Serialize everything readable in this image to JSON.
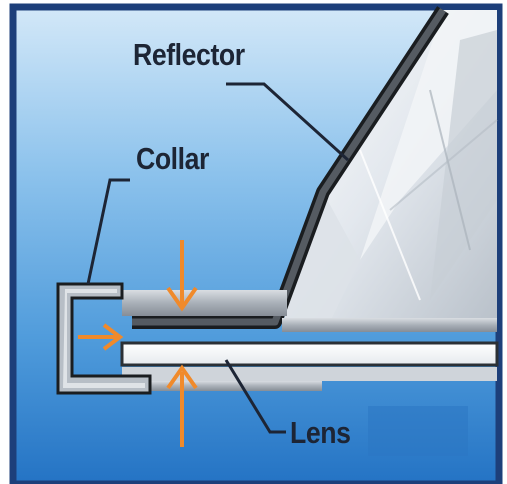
{
  "diagram": {
    "labels": {
      "reflector": "Reflector",
      "collar": "Collar",
      "lens": "Lens"
    },
    "colors": {
      "frame": "#1d3f7a",
      "background_top": "#cfe6f8",
      "background_mid": "#5fa7df",
      "background_bottom": "#2a7cc8",
      "collar": "#2f3337",
      "reflector_edge": "#4a4f55",
      "lens": "#f4f6f8",
      "arrow": "#f08a2b",
      "leader": "#1d2535"
    },
    "icons": [
      "arrow-down-icon",
      "arrow-right-icon",
      "arrow-up-icon"
    ]
  }
}
